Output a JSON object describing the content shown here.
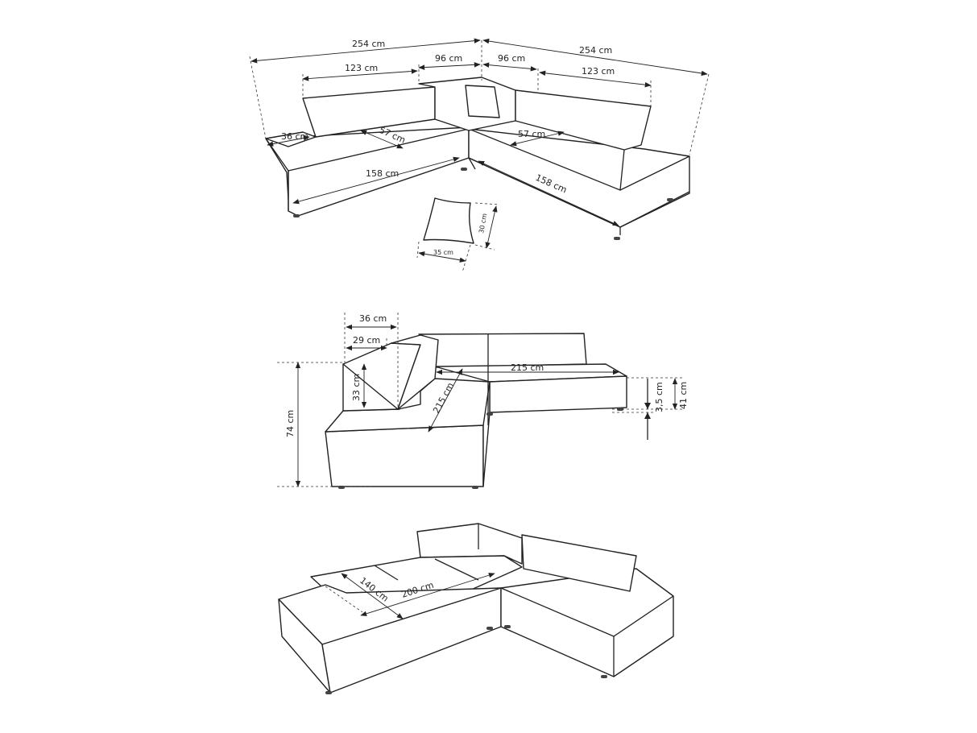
{
  "top_view": {
    "total_left": "254 cm",
    "total_right": "254 cm",
    "back_left": "123 cm",
    "corner_left": "96 cm",
    "corner_right": "96 cm",
    "back_right": "123 cm",
    "arm_width": "36 cm",
    "seat_depth_left": "57 cm",
    "seat_depth_right": "57 cm",
    "seat_length_left": "158 cm",
    "seat_length_right": "158 cm",
    "pillow_height": "30 cm",
    "pillow_width": "35 cm"
  },
  "side_view": {
    "arm_top": "36 cm",
    "arm_inner": "29 cm",
    "back_height": "33 cm",
    "total_height": "74 cm",
    "seat_length_back": "215 cm",
    "seat_length_diag": "215 cm",
    "leg_height": "3,5 cm",
    "seat_height": "41 cm"
  },
  "bed_view": {
    "bed_width": "140 cm",
    "bed_length": "200 cm"
  }
}
